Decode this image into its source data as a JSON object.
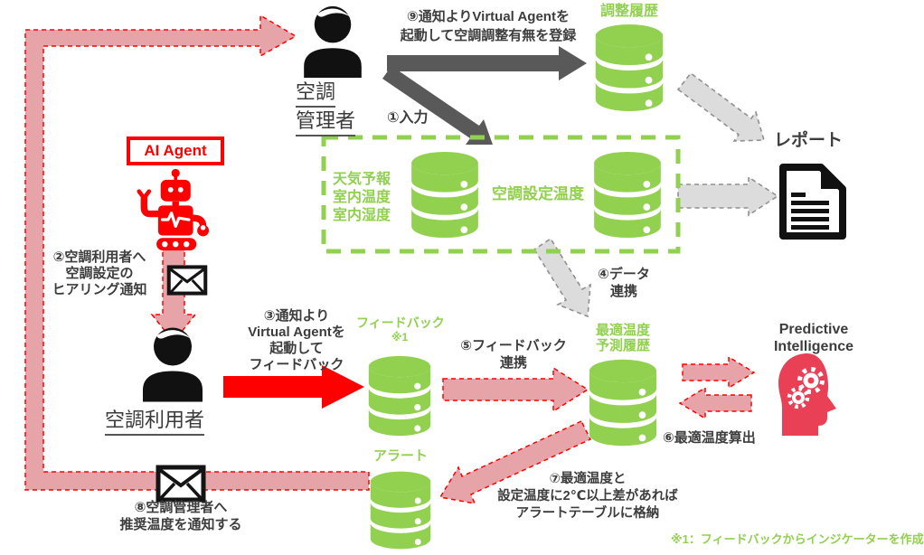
{
  "colors": {
    "green": "#92d050",
    "pink_fill": "#e6a4a9",
    "red": "#ff0000",
    "dark_text": "#3d3d3d",
    "dark_arrow": "#595959",
    "gray_fill": "#dcdcdc",
    "gray_stroke": "#909090",
    "crimson_head": "#e94056",
    "black_icon": "#111111"
  },
  "actors": {
    "manager": {
      "lines": [
        "空調",
        "管理者"
      ]
    },
    "user": {
      "label": "空調利用者"
    },
    "ai_agent": {
      "label": "AI Agent"
    },
    "predictive": {
      "lines": [
        "Predictive",
        "Intelligence"
      ]
    }
  },
  "databases": {
    "adjustment": {
      "label": "調整履歴"
    },
    "weather": {
      "lines": [
        "天気予報",
        "室内温度",
        "室内湿度"
      ]
    },
    "set_temp": {
      "label": "空調設定温度"
    },
    "feedback": {
      "label": "フィードバック",
      "note": "※1"
    },
    "optimal": {
      "lines": [
        "最適温度",
        "予測履歴"
      ]
    },
    "alert": {
      "label": "アラート"
    }
  },
  "report": {
    "label": "レポート"
  },
  "steps": {
    "s1": {
      "label": "①入力"
    },
    "s2": {
      "lines": [
        "②空調利用者へ",
        "空調設定の",
        "ヒアリング通知"
      ]
    },
    "s3": {
      "lines": [
        "③通知より",
        "Virtual Agentを",
        "起動して",
        "フィードバック"
      ]
    },
    "s4": {
      "lines": [
        "④データ",
        "連携"
      ]
    },
    "s5": {
      "lines": [
        "⑤フィードバック",
        "連携"
      ]
    },
    "s6": {
      "label": "⑥最適温度算出"
    },
    "s7": {
      "lines": [
        "⑦最適温度と",
        "設定温度に2℃以上差があれば",
        "アラートテーブルに格納"
      ]
    },
    "s8": {
      "lines": [
        "⑧空調管理者へ",
        "推奨温度を通知する"
      ]
    },
    "s9": {
      "lines": [
        "⑨通知よりVirtual Agentを",
        "起動して空調調整有無を登録"
      ]
    }
  },
  "footnote": "※1：フィードバックからインジケーターを作成",
  "icons": {
    "manager": "person-icon",
    "user": "person-icon",
    "ai_agent": "robot-icon",
    "predictive": "head-gears-icon",
    "notification": "envelope-icon",
    "report": "document-icon",
    "database": "database-cylinder-icon"
  }
}
